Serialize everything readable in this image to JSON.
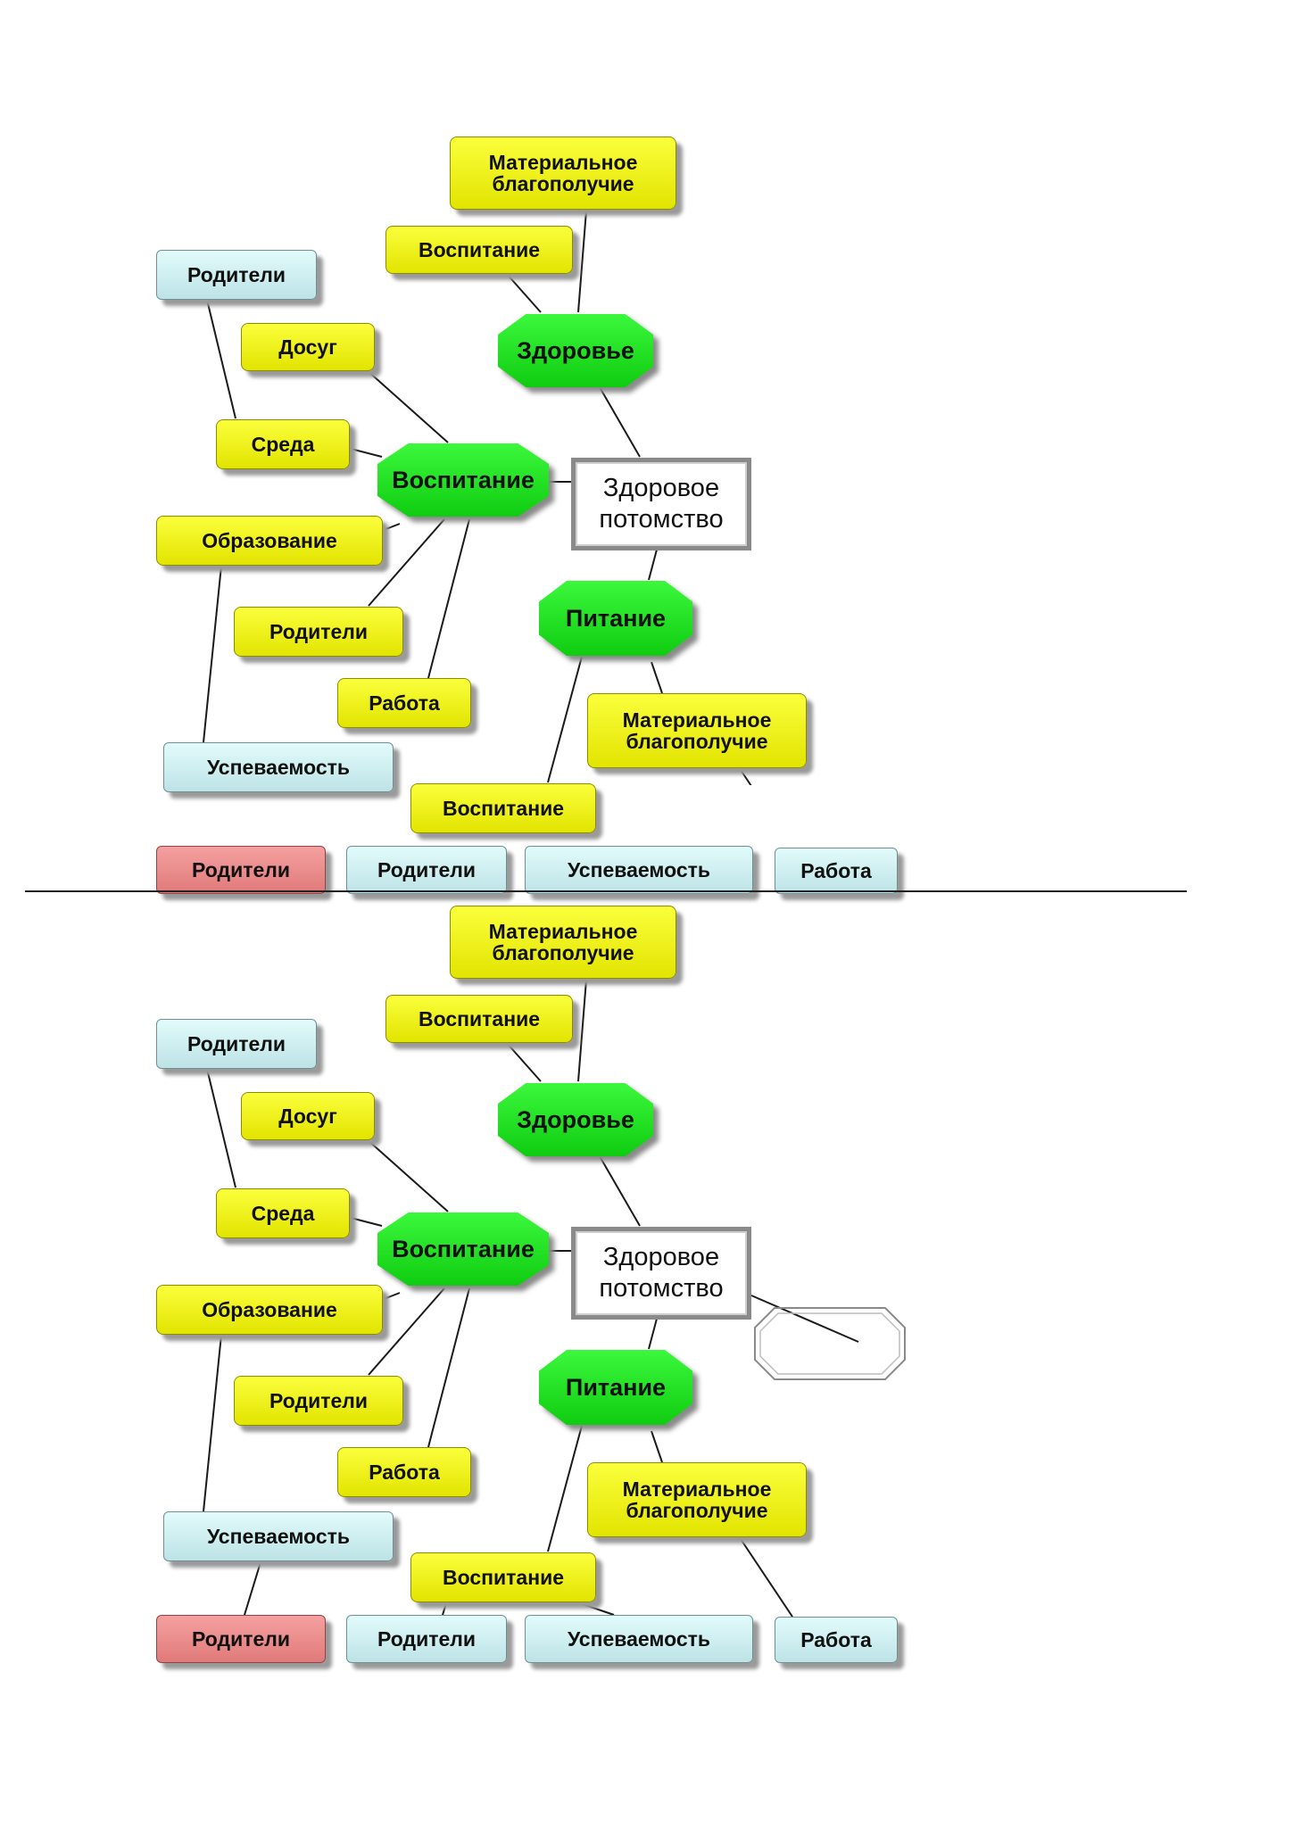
{
  "diagrams": [
    {
      "center": "Здоровое\nпотомство",
      "hubs": {
        "zdorovye": "Здоровье",
        "vospitanie": "Воспитание",
        "pitanie": "Питание"
      },
      "nodes": {
        "mat1": "Материальное\nблагополучие",
        "vosp1": "Воспитание",
        "rod1": "Родители",
        "dosug": "Досуг",
        "sreda": "Среда",
        "obraz": "Образование",
        "rod2": "Родители",
        "rabota1": "Работа",
        "uspev1": "Успеваемость",
        "mat2": "Материальное\nблагополучие",
        "vosp2": "Воспитание",
        "rod_red": "Родители",
        "rod3": "Родители",
        "uspev2": "Успеваемость",
        "rabota2": "Работа"
      }
    },
    {
      "center": "Здоровое\nпотомство",
      "hubs": {
        "zdorovye": "Здоровье",
        "vospitanie": "Воспитание",
        "pitanie": "Питание"
      },
      "nodes": {
        "mat1": "Материальное\nблагополучие",
        "vosp1": "Воспитание",
        "rod1": "Родители",
        "dosug": "Досуг",
        "sreda": "Среда",
        "obraz": "Образование",
        "rod2": "Родители",
        "rabota1": "Работа",
        "uspev1": "Успеваемость",
        "mat2": "Материальное\nблагополучие",
        "vosp2": "Воспитание",
        "rod_red": "Родители",
        "rod3": "Родители",
        "uspev2": "Успеваемость",
        "rabota2": "Работа"
      }
    }
  ],
  "colors": {
    "leaf_yellow": "#eef20a",
    "leaf_blue": "#cdeef0",
    "leaf_red": "#e88a8a",
    "hub_green": "#22e022",
    "center_border": "#8a8a8a"
  }
}
